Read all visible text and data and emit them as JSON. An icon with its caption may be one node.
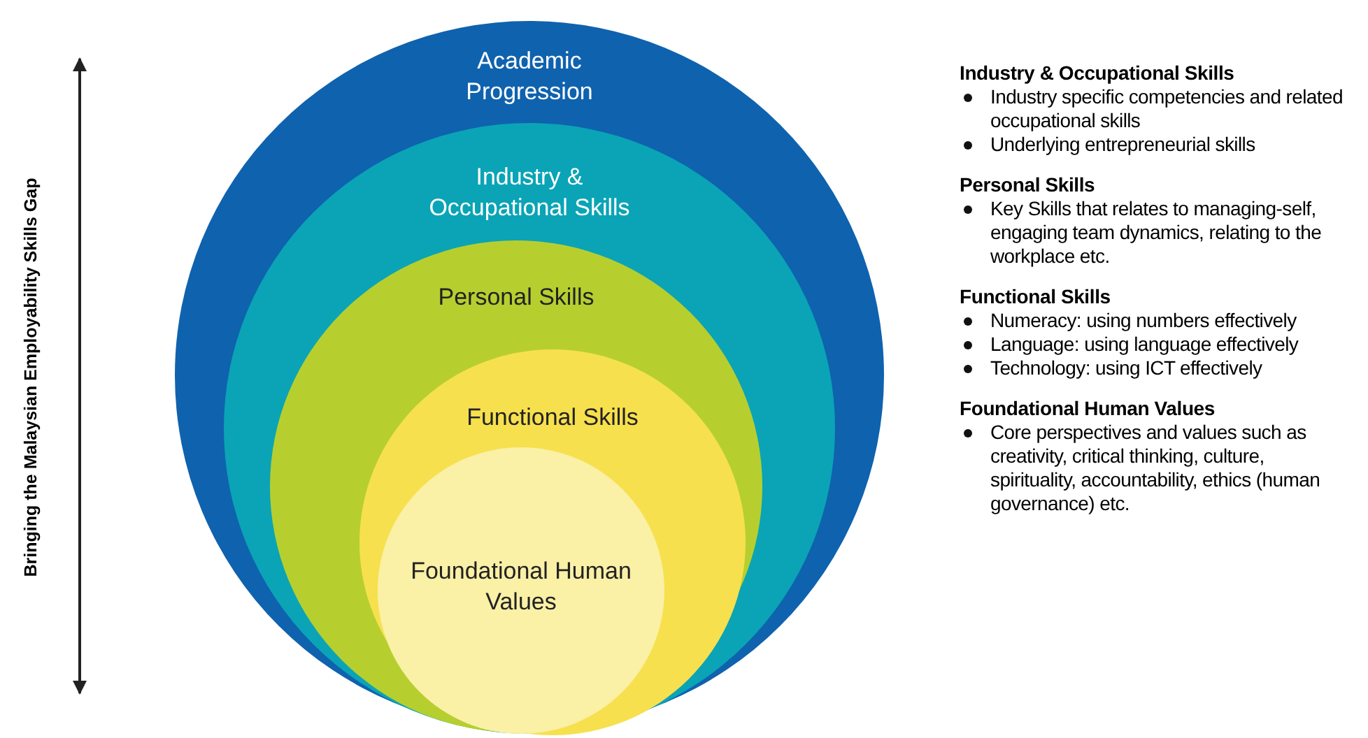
{
  "diagram": {
    "nodes": [
      {
        "text": [
          "Academic Progression"
        ]
      },
      {
        "text": [
          "Industry & Occupational Skills"
        ],
        "in": 0
      },
      {
        "text": [
          "Personal Skills"
        ],
        "in": 1
      },
      {
        "text": [
          "Functional Skills"
        ],
        "in": 2
      },
      {
        "text": [
          "Foundational Human Values"
        ],
        "in": 3
      }
    ],
    "edges": [],
    "labels": [
      "Bringing the Malaysian Employability Skills Gap",
      "Industry & Occupational Skills",
      "Industry specific competencies and related occupational skills",
      "Underlying entrepreneurial skills",
      "Personal Skills",
      "Key Skills that relates to managing-self, engaging team dynamics, relating to the workplace etc.",
      "Functional Skills",
      "Numeracy: using numbers effectively",
      "Language: using language effectively",
      "Technology: using ICT effectively",
      "Foundational Human Values",
      "Core perspectives and values such as creativity, critical thinking, culture, spirituality, accountability, ethics (human governance) etc."
    ]
  }
}
